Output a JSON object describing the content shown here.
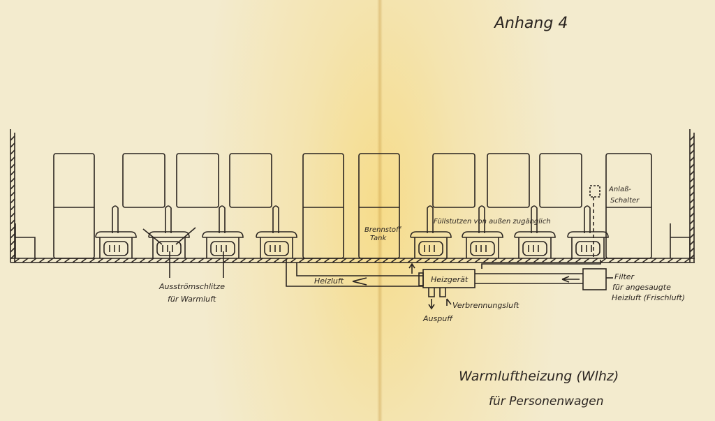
{
  "header": {
    "appendix": "Anhang 4"
  },
  "title": {
    "line1": "Warmluftheizung (Wlhz)",
    "line2": "für Personenwagen"
  },
  "labels": {
    "outlets_line1": "Ausströmschlitze",
    "outlets_line2": "für Warmluft",
    "heating_air": "Heizluft",
    "fuel_tank_line1": "Brennstoff",
    "fuel_tank_line2": "Tank",
    "filler_neck": "Füllstutzen von außen zugänglich",
    "starter_switch_line1": "Anlaß-",
    "starter_switch_line2": "Schalter",
    "heater": "Heizgerät",
    "combustion_air": "Verbrennungsluft",
    "exhaust": "Auspuff",
    "filter_line1": "Filter",
    "filter_line2": "für angesaugte",
    "filter_line3": "Heizluft (Frischluft)"
  },
  "colors": {
    "ink": "#2a2420",
    "paper": "#f3ebce",
    "stain": "#f6dc8a"
  }
}
